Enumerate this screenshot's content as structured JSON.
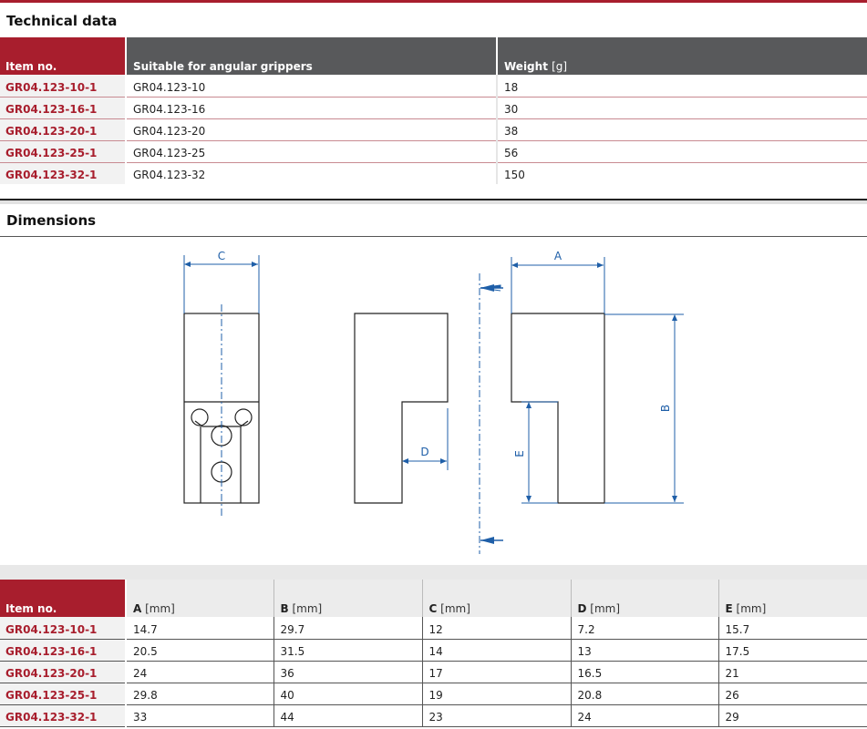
{
  "technical": {
    "title": "Technical data",
    "headers": {
      "item": "Item no.",
      "suitable": "Suitable for angular grippers",
      "weight_label": "Weight",
      "weight_unit": "[g]"
    },
    "rows": [
      {
        "item": "GR04.123-10-1",
        "suitable": "GR04.123-10",
        "weight": "18"
      },
      {
        "item": "GR04.123-16-1",
        "suitable": "GR04.123-16",
        "weight": "30"
      },
      {
        "item": "GR04.123-20-1",
        "suitable": "GR04.123-20",
        "weight": "38"
      },
      {
        "item": "GR04.123-25-1",
        "suitable": "GR04.123-25",
        "weight": "56"
      },
      {
        "item": "GR04.123-32-1",
        "suitable": "GR04.123-32",
        "weight": "150"
      }
    ]
  },
  "dimensions": {
    "title": "Dimensions",
    "drawing_labels": {
      "a": "A",
      "b": "B",
      "c": "C",
      "d": "D",
      "e": "E"
    },
    "headers": {
      "item": "Item no.",
      "a": "A",
      "b": "B",
      "c": "C",
      "d": "D",
      "e": "E",
      "unit": "[mm]"
    },
    "rows": [
      {
        "item": "GR04.123-10-1",
        "a": "14.7",
        "b": "29.7",
        "c": "12",
        "d": "7.2",
        "e": "15.7"
      },
      {
        "item": "GR04.123-16-1",
        "a": "20.5",
        "b": "31.5",
        "c": "14",
        "d": "13",
        "e": "17.5"
      },
      {
        "item": "GR04.123-20-1",
        "a": "24",
        "b": "36",
        "c": "17",
        "d": "16.5",
        "e": "21"
      },
      {
        "item": "GR04.123-25-1",
        "a": "29.8",
        "b": "40",
        "c": "19",
        "d": "20.8",
        "e": "26"
      },
      {
        "item": "GR04.123-32-1",
        "a": "33",
        "b": "44",
        "c": "23",
        "d": "24",
        "e": "29"
      }
    ]
  },
  "colors": {
    "accent": "#a81e2d",
    "header_gray": "#58595b",
    "drawing_blue": "#1f5fa8"
  }
}
